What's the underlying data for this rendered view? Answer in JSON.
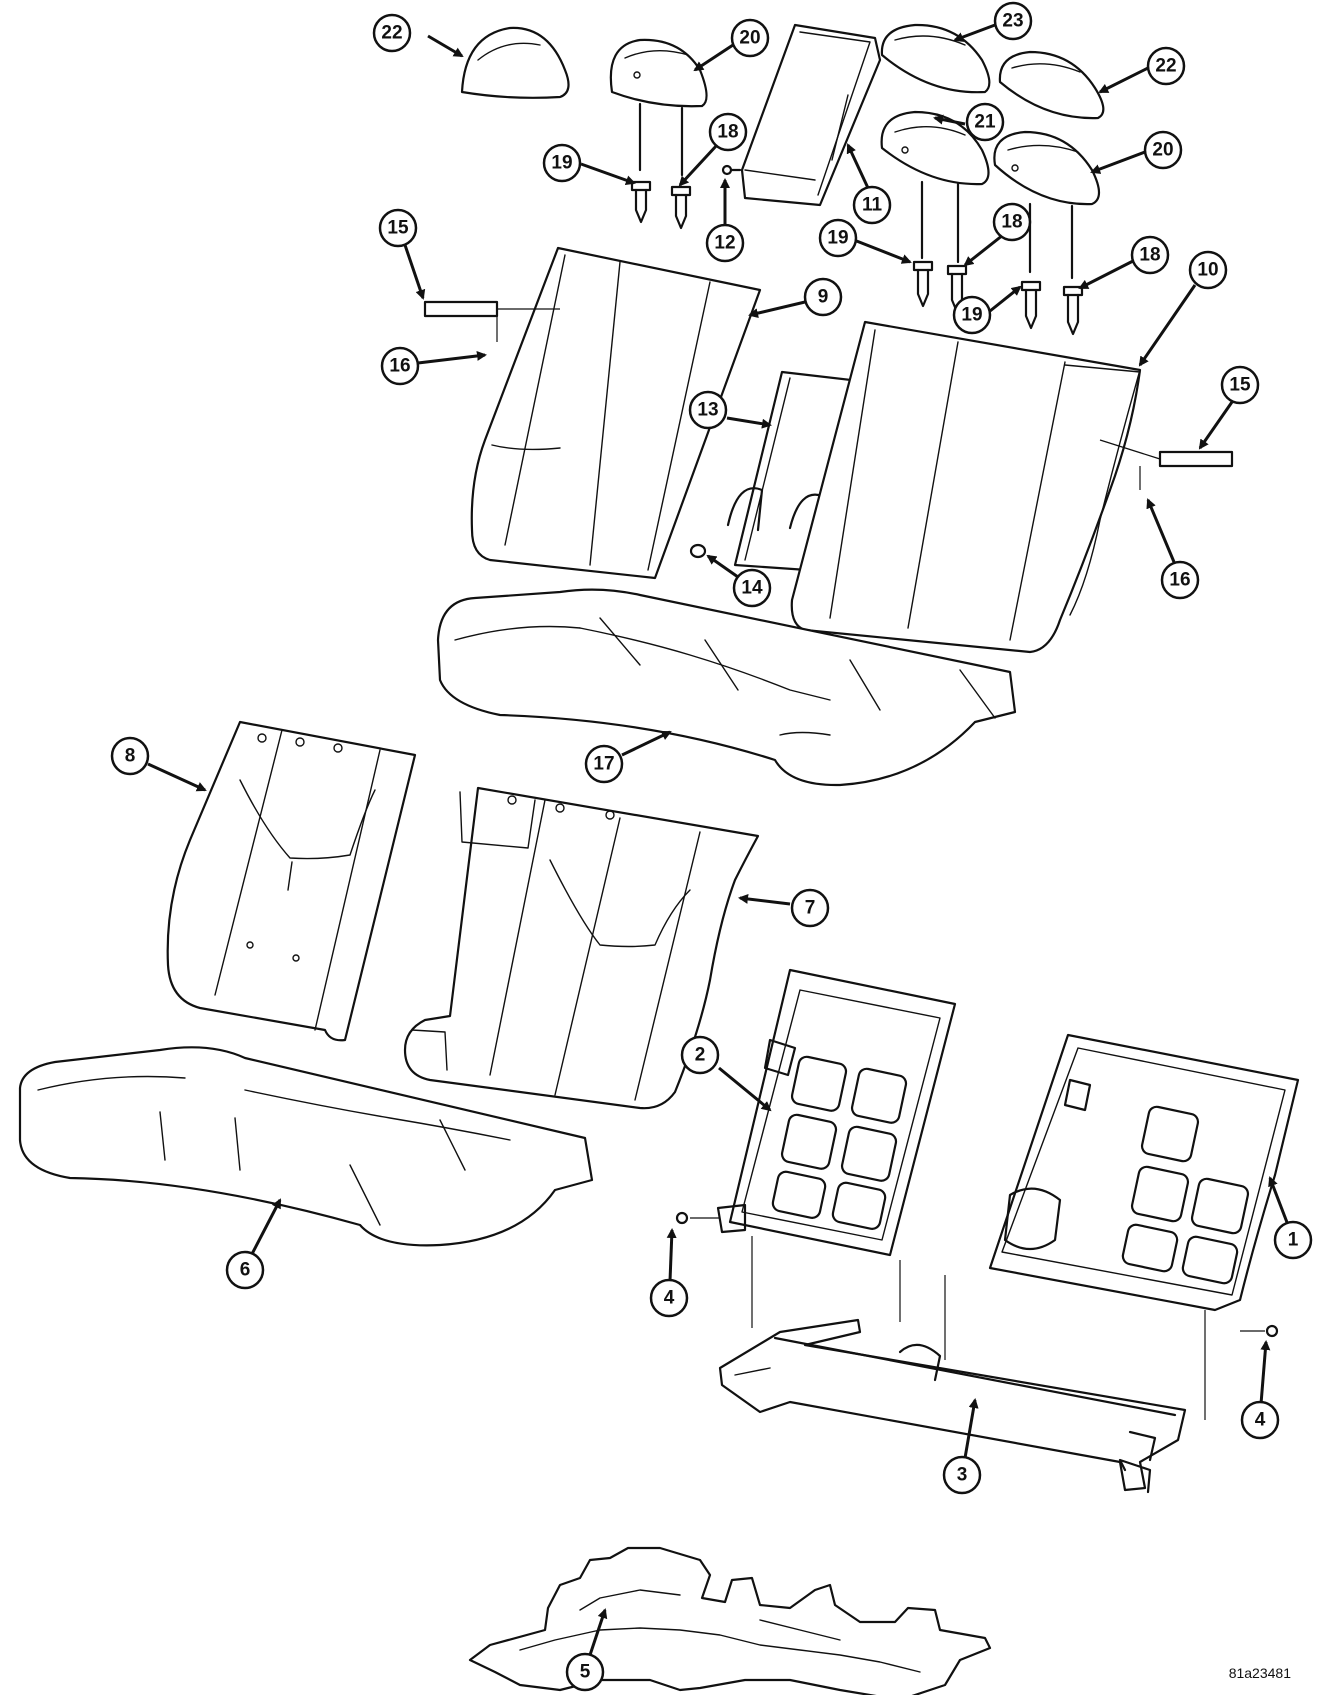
{
  "figure_id": "81a23481",
  "callouts": [
    {
      "label": "1"
    },
    {
      "label": "2"
    },
    {
      "label": "3"
    },
    {
      "label": "4"
    },
    {
      "label": "4"
    },
    {
      "label": "5"
    },
    {
      "label": "6"
    },
    {
      "label": "7"
    },
    {
      "label": "8"
    },
    {
      "label": "9"
    },
    {
      "label": "10"
    },
    {
      "label": "11"
    },
    {
      "label": "12"
    },
    {
      "label": "13"
    },
    {
      "label": "14"
    },
    {
      "label": "15"
    },
    {
      "label": "15"
    },
    {
      "label": "16"
    },
    {
      "label": "16"
    },
    {
      "label": "17"
    },
    {
      "label": "18"
    },
    {
      "label": "18"
    },
    {
      "label": "18"
    },
    {
      "label": "19"
    },
    {
      "label": "19"
    },
    {
      "label": "19"
    },
    {
      "label": "20"
    },
    {
      "label": "20"
    },
    {
      "label": "21"
    },
    {
      "label": "22"
    },
    {
      "label": "22"
    },
    {
      "label": "23"
    }
  ]
}
